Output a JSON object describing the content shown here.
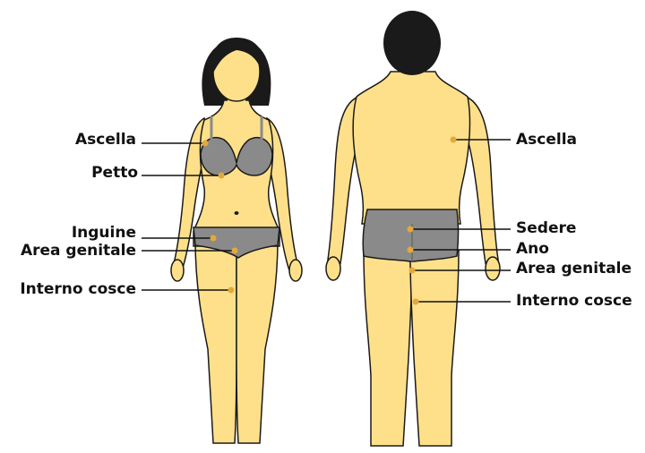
{
  "colors": {
    "skin": "#ffe08a",
    "skin_shade": "#f5c85c",
    "outline": "#1a1a1a",
    "hair": "#1a1a1a",
    "garment": "#8a8a8a",
    "dot": "#e3a93c",
    "leader": "#111111"
  },
  "female": {
    "labels": [
      {
        "id": "ascella",
        "text": "Ascella"
      },
      {
        "id": "petto",
        "text": "Petto"
      },
      {
        "id": "inguine",
        "text": "Inguine"
      },
      {
        "id": "area_genitale",
        "text": "Area genitale"
      },
      {
        "id": "interno_cosce",
        "text": "Interno cosce"
      }
    ]
  },
  "male": {
    "labels": [
      {
        "id": "ascella",
        "text": "Ascella"
      },
      {
        "id": "sedere",
        "text": "Sedere"
      },
      {
        "id": "ano",
        "text": "Ano"
      },
      {
        "id": "area_genitale",
        "text": "Area genitale"
      },
      {
        "id": "interno_cosce",
        "text": "Interno cosce"
      }
    ]
  }
}
